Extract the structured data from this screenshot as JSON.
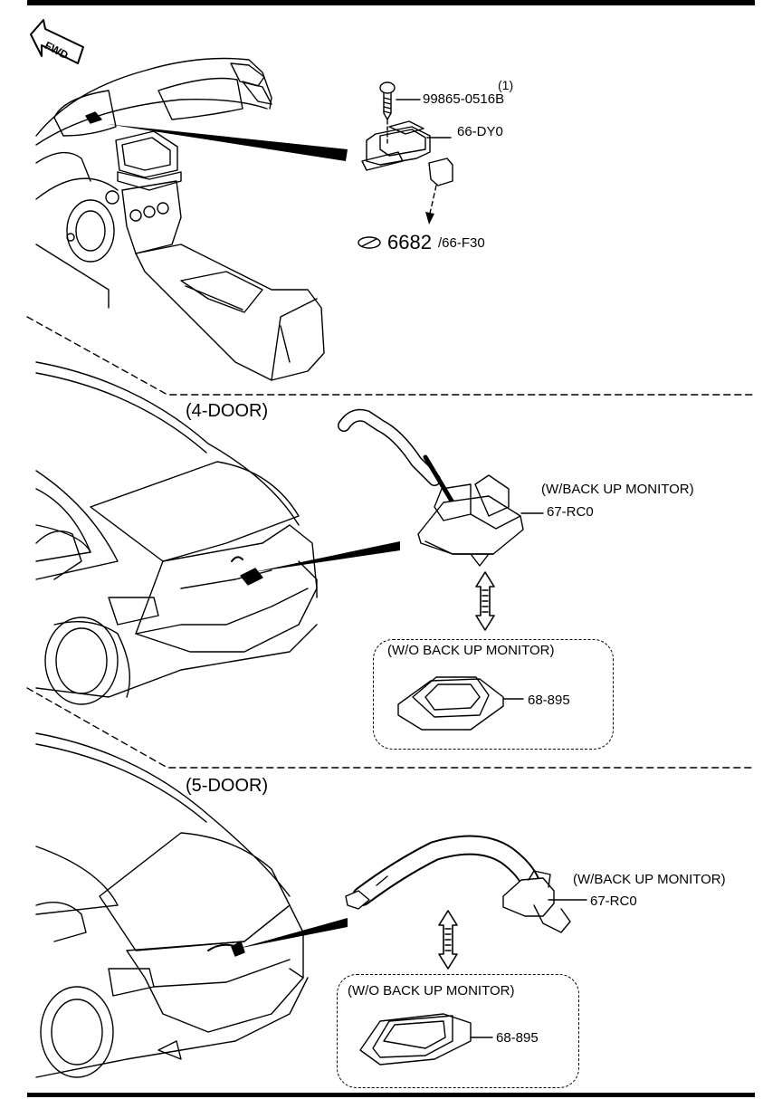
{
  "fwd_label": "FWD",
  "section_4door": "(4-DOOR)",
  "section_5door": "(5-DOOR)",
  "top": {
    "qty": "(1)",
    "screw_part": "99865-0516B",
    "unit_part": "66-DY0",
    "ref_number": "6682",
    "ref_suffix": "/66-F30"
  },
  "four_door": {
    "with_monitor": "(W/BACK UP MONITOR)",
    "camera_part": "67-RC0",
    "without_monitor": "(W/O BACK UP MONITOR)",
    "cover_part": "68-895"
  },
  "five_door": {
    "with_monitor": "(W/BACK UP MONITOR)",
    "camera_part": "67-RC0",
    "without_monitor": "(W/O BACK UP MONITOR)",
    "cover_part": "68-895"
  }
}
